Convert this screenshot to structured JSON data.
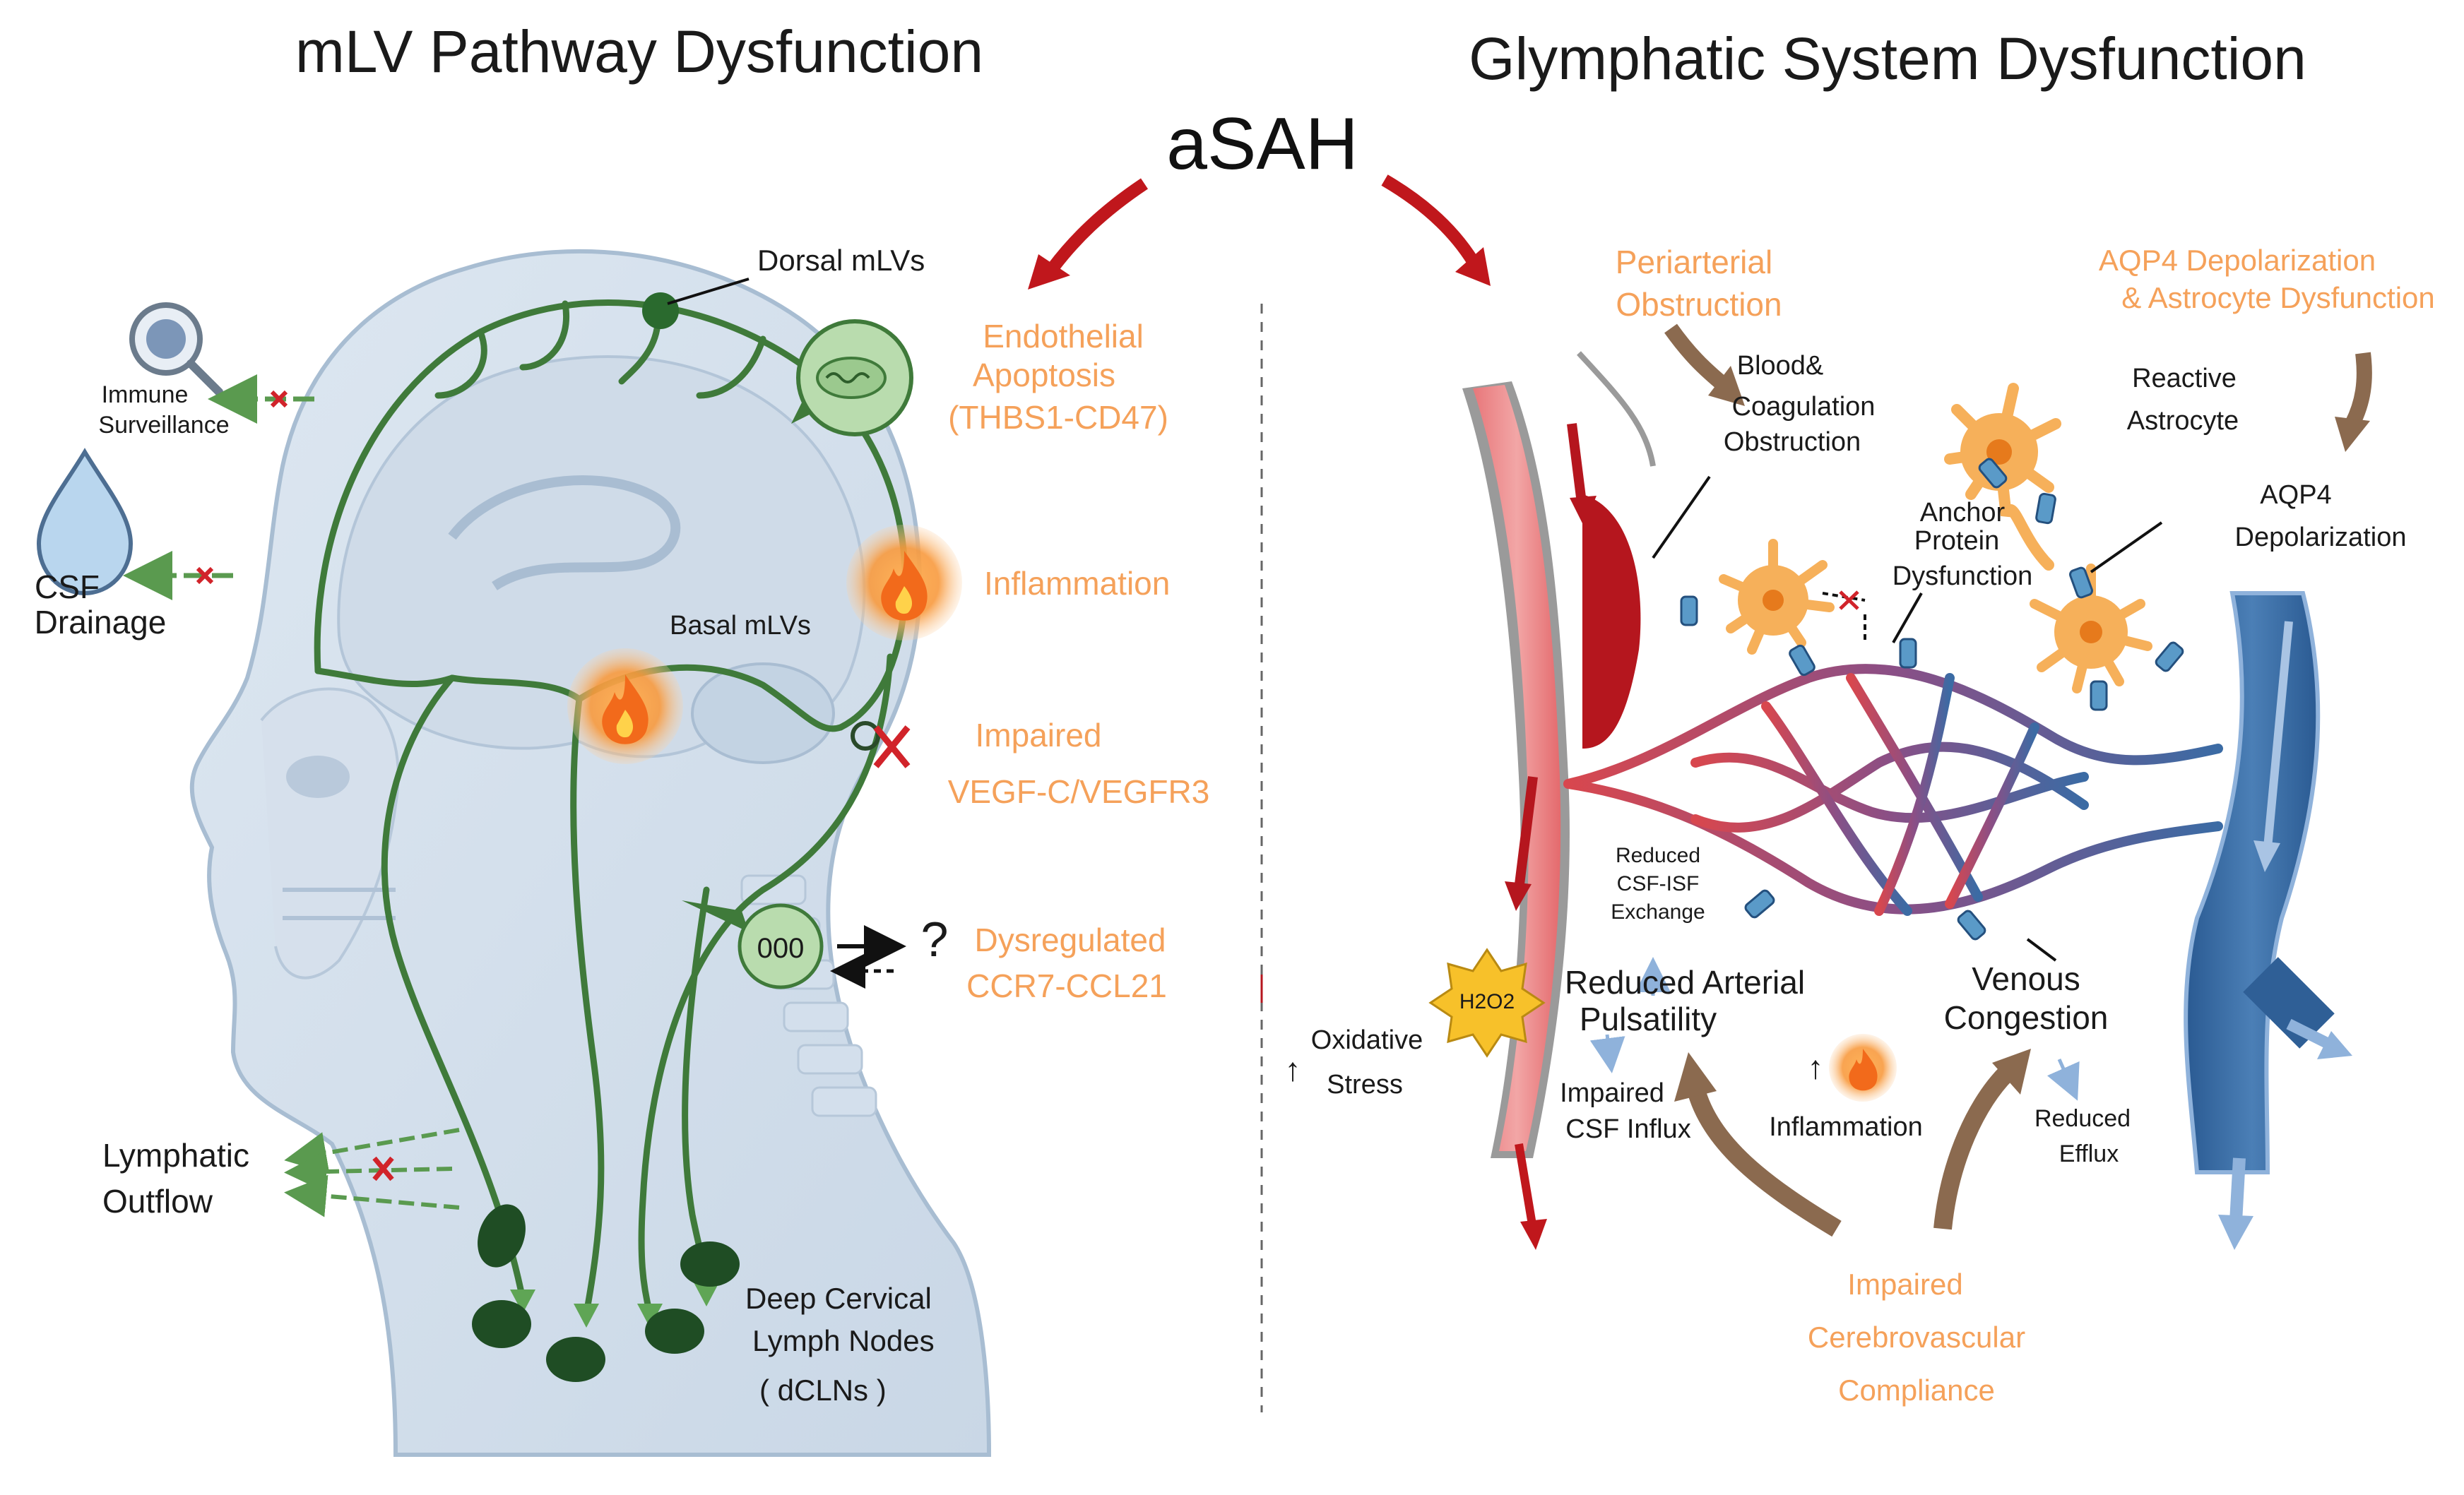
{
  "titles": {
    "left": "mLV Pathway Dysfunction",
    "right": "Glymphatic System Dysfunction",
    "center": "aSAH"
  },
  "left_panel": {
    "dorsal_mlvs": "Dorsal mLVs",
    "basal_mlvs": "Basal mLVs",
    "immune_surveillance": [
      "Immune",
      "Surveillance"
    ],
    "csf_drainage": [
      "CSF",
      "Drainage"
    ],
    "lymphatic_outflow": [
      "Lymphatic",
      "Outflow"
    ],
    "dclns": [
      "Deep Cervical",
      "Lymph Nodes",
      "( dCLNs )"
    ],
    "endothelial_apoptosis": [
      "Endothelial",
      "Apoptosis",
      "(THBS1-CD47)"
    ],
    "inflammation": "Inflammation",
    "impaired_vegf": [
      "Impaired",
      "VEGF-C/VEGFR3"
    ],
    "dysregulated_ccr7": [
      "Dysregulated",
      "CCR7-CCL21"
    ],
    "question_mark": "?"
  },
  "right_panel": {
    "periarterial_obstruction": [
      "Periarterial",
      "Obstruction"
    ],
    "blood_coagulation": [
      "Blood&",
      "Coagulation",
      "Obstruction"
    ],
    "aqp4_depolarization_header": [
      "AQP4 Depolarization",
      "& Astrocyte Dysfunction"
    ],
    "reactive_astrocyte": [
      "Reactive",
      "Astrocyte"
    ],
    "aqp4_depolarization": [
      "AQP4",
      "Depolarization"
    ],
    "anchor_protein": [
      "Anchor",
      "Protein",
      "Dysfunction"
    ],
    "reduced_csf_isf": [
      "Reduced",
      "CSF-ISF",
      "Exchange"
    ],
    "h2o2": "H2O2",
    "oxidative_stress": [
      "Oxidative",
      "Stress"
    ],
    "up_arrow": "↑",
    "reduced_arterial_pulsatility": [
      "Reduced Arterial",
      "Pulsatility"
    ],
    "impaired_csf_influx": [
      "Impaired",
      "CSF Influx"
    ],
    "inflammation": "Inflammation",
    "venous_congestion": [
      "Venous",
      "Congestion"
    ],
    "reduced_efflux": [
      "Reduced",
      "Efflux"
    ],
    "impaired_compliance": [
      "Impaired",
      "Cerebrovascular",
      "Compliance"
    ]
  },
  "colors": {
    "orange_text": "#f5a15a",
    "red_arrow": "#c0171c",
    "brown_arrow": "#8b6a4f",
    "lymph_green": "#3f7a3a",
    "node_green": "#1f4d24",
    "artery_red": "#e05a5e",
    "vein_blue": "#2f5f96",
    "astrocyte_orange": "#f6b05a",
    "aqp4_blue": "#5a9ac8"
  }
}
